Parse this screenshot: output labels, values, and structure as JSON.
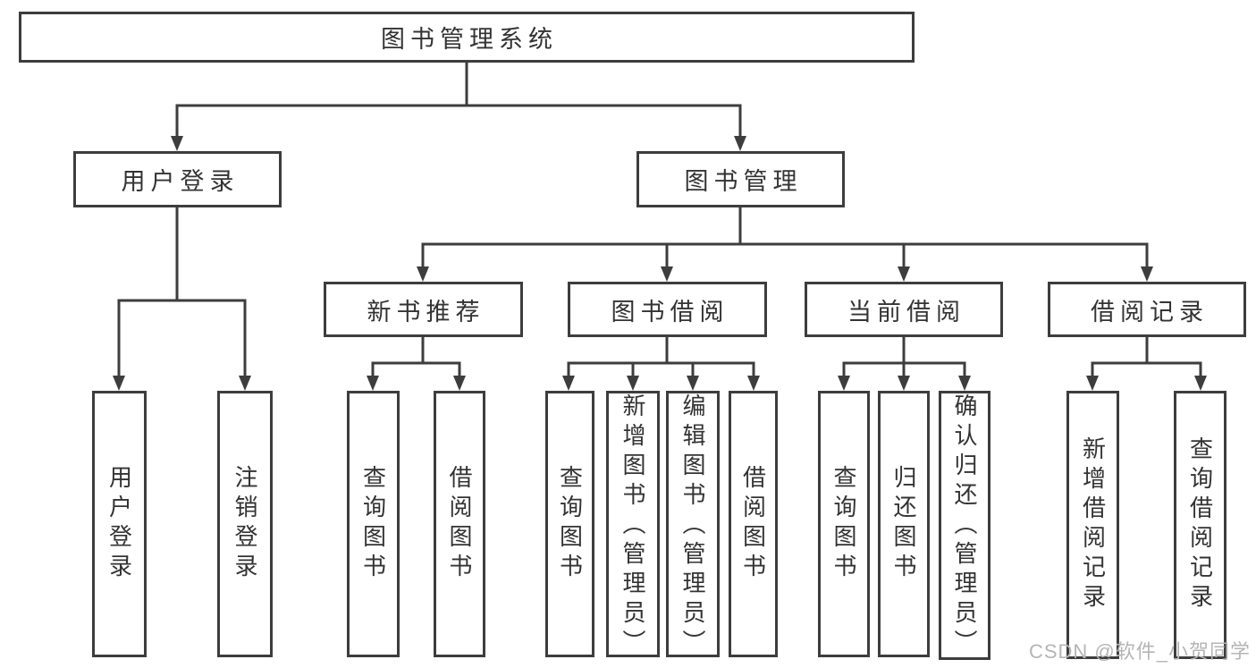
{
  "tree": {
    "label": "图书管理系统",
    "children": [
      {
        "label": "用户登录",
        "children": [
          {
            "label": "用户登录"
          },
          {
            "label": "注销登录"
          }
        ]
      },
      {
        "label": "图书管理",
        "children": [
          {
            "label": "新书推荐",
            "children": [
              {
                "label": "查询图书"
              },
              {
                "label": "借阅图书"
              }
            ]
          },
          {
            "label": "图书借阅",
            "children": [
              {
                "label": "查询图书"
              },
              {
                "label": "新增图书（管理员）"
              },
              {
                "label": "编辑图书（管理员）"
              },
              {
                "label": "借阅图书"
              }
            ]
          },
          {
            "label": "当前借阅",
            "children": [
              {
                "label": "查询图书"
              },
              {
                "label": "归还图书"
              },
              {
                "label": "确认归还（管理员）"
              }
            ]
          },
          {
            "label": "借阅记录",
            "children": [
              {
                "label": "新增借阅记录"
              },
              {
                "label": "查询借阅记录"
              }
            ]
          }
        ]
      }
    ]
  },
  "watermark": "CSDN @软件_小贺同学",
  "colors": {
    "line": "#3d3d3d",
    "box_border": "#3d3d3d",
    "text": "#333333",
    "watermark": "#b5b5b5",
    "background": "#ffffff"
  }
}
